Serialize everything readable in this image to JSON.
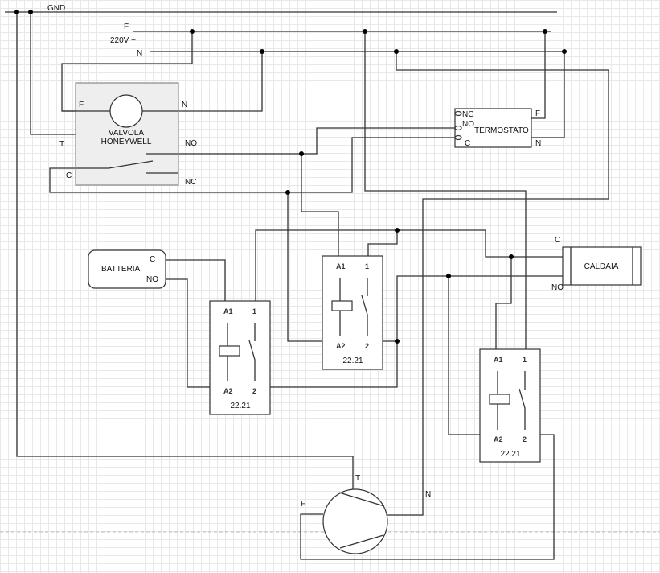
{
  "supply": {
    "gnd": "GND",
    "phase": "F",
    "voltage": "220V ~",
    "neutral": "N"
  },
  "valve": {
    "title_line1": "VALVOLA",
    "title_line2": "HONEYWELL",
    "f": "F",
    "n": "N",
    "t": "T",
    "no": "NO",
    "c": "C",
    "nc": "NC"
  },
  "thermostat": {
    "title": "TERMOSTATO",
    "nc": "NC",
    "no": "NO",
    "c": "C",
    "f": "F",
    "n": "N"
  },
  "boiler": {
    "title": "CALDAIA",
    "c": "C",
    "no": "NO"
  },
  "battery": {
    "title": "BATTERIA",
    "c": "C",
    "no": "NO"
  },
  "relays": [
    {
      "model": "22.21",
      "a1": "A1",
      "a2": "A2",
      "p1": "1",
      "p2": "2"
    },
    {
      "model": "22.21",
      "a1": "A1",
      "a2": "A2",
      "p1": "1",
      "p2": "2"
    },
    {
      "model": "22.21",
      "a1": "A1",
      "a2": "A2",
      "p1": "1",
      "p2": "2"
    }
  ],
  "pump": {
    "t": "T",
    "f": "F",
    "n": "N"
  },
  "colors": {
    "wire": "#333333",
    "valve_fill": "#eeeeee"
  }
}
